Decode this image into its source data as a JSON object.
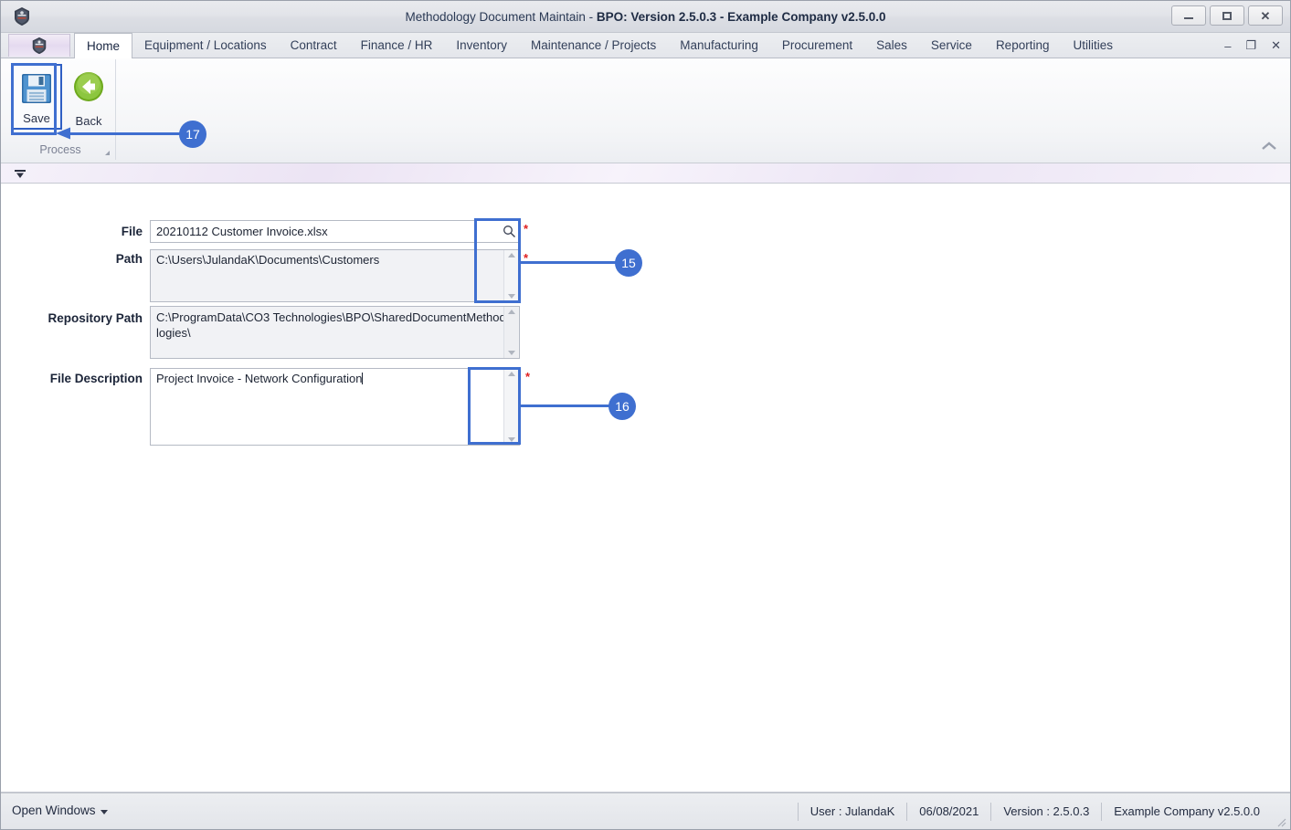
{
  "window": {
    "title_plain": "Methodology Document Maintain - ",
    "title_bold": "BPO: Version 2.5.0.3 - Example Company v2.5.0.0",
    "controls": {
      "minimize": "minimize-icon",
      "maximize": "maximize-icon",
      "close": "close-icon"
    }
  },
  "tabs": [
    {
      "label": "Home",
      "active": true
    },
    {
      "label": "Equipment / Locations",
      "active": false
    },
    {
      "label": "Contract",
      "active": false
    },
    {
      "label": "Finance / HR",
      "active": false
    },
    {
      "label": "Inventory",
      "active": false
    },
    {
      "label": "Maintenance / Projects",
      "active": false
    },
    {
      "label": "Manufacturing",
      "active": false
    },
    {
      "label": "Procurement",
      "active": false
    },
    {
      "label": "Sales",
      "active": false
    },
    {
      "label": "Service",
      "active": false
    },
    {
      "label": "Reporting",
      "active": false
    },
    {
      "label": "Utilities",
      "active": false
    }
  ],
  "tab_controls": {
    "minimize": "–",
    "restore": "❐",
    "close": "✕"
  },
  "ribbon": {
    "group_label": "Process",
    "buttons": [
      {
        "label": "Save",
        "icon": "floppy-disk-icon",
        "selected": true
      },
      {
        "label": "Back",
        "icon": "green-back-arrow-icon",
        "selected": false
      }
    ],
    "collapse_icon": "chevron-up-icon"
  },
  "subbar": {
    "icon": "filter-dropdown-icon"
  },
  "form": {
    "fields": [
      {
        "key": "file",
        "label": "File",
        "value": "20210112 Customer Invoice.xlsx",
        "required": true,
        "type": "lookup",
        "icon": "magnifier-icon",
        "readonly": false
      },
      {
        "key": "path",
        "label": "Path",
        "value": "C:\\Users\\JulandaK\\Documents\\Customers",
        "required": true,
        "type": "textarea",
        "readonly": false
      },
      {
        "key": "repository_path",
        "label": "Repository Path",
        "value": "C:\\ProgramData\\CO3 Technologies\\BPO\\SharedDocumentMethodologies\\",
        "required": false,
        "type": "textarea",
        "readonly": true
      },
      {
        "key": "file_description",
        "label": "File Description",
        "value": "Project Invoice - Network Configuration",
        "required": true,
        "type": "textarea",
        "readonly": false
      }
    ],
    "required_marker": "*"
  },
  "annotations": [
    {
      "id": "15",
      "target": "path-field"
    },
    {
      "id": "16",
      "target": "file-description-field"
    },
    {
      "id": "17",
      "target": "save-button"
    }
  ],
  "statusbar": {
    "open_windows": "Open Windows",
    "user": "User : JulandaK",
    "date": "06/08/2021",
    "version": "Version : 2.5.0.3",
    "company": "Example Company v2.5.0.0"
  },
  "colors": {
    "accent": "#3f6fd0",
    "required": "#e02020",
    "titlebar": "#e2e4e9",
    "save_icon": "#2f6fb5",
    "back_icon": "#7ab62a"
  }
}
